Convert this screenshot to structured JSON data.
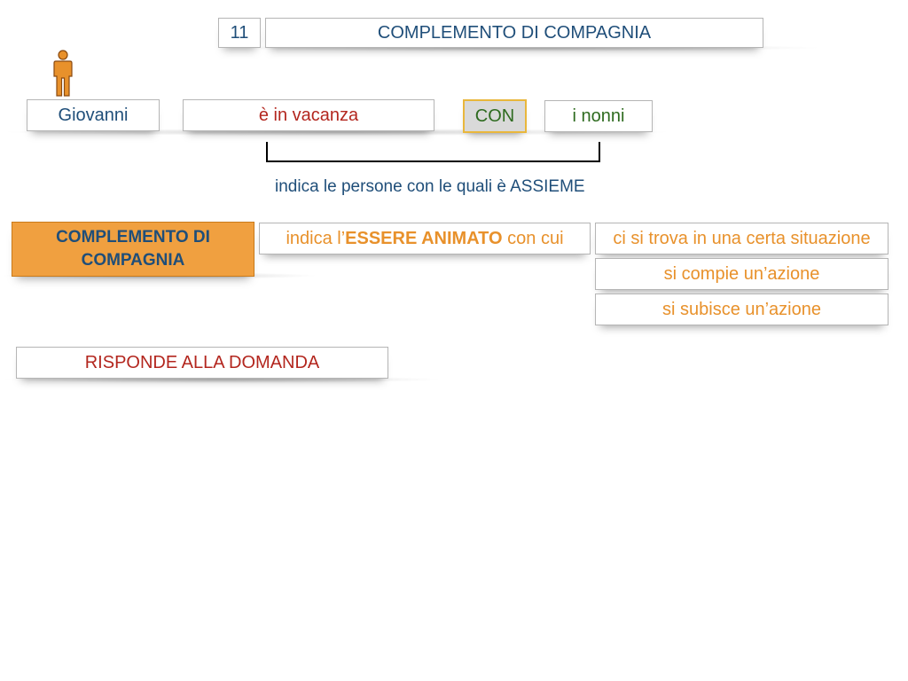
{
  "header": {
    "number": "11",
    "title": "COMPLEMENTO DI COMPAGNIA"
  },
  "sentence": {
    "subject": "Giovanni",
    "verb": "è in vacanza",
    "preposition": "CON",
    "complement": "i nonni"
  },
  "explanation": "indica le persone con le quali è ASSIEME",
  "definition": {
    "label": "COMPLEMENTO DI COMPAGNIA",
    "text_prefix": "indica l’",
    "text_emphasis": "ESSERE ANIMATO",
    "text_suffix": " con cui",
    "options": [
      "ci si trova in una certa situazione",
      "si compie un’azione",
      "si subisce un’azione"
    ]
  },
  "question_prompt": "RISPONDE ALLA DOMANDA",
  "icons": {
    "person": "person-icon"
  },
  "colors": {
    "navy": "#1f4e79",
    "red": "#b3261e",
    "green": "#2e6b1f",
    "orange": "#e8912b",
    "con_bg": "#d9d9d9",
    "con_border": "#e9b73c"
  }
}
